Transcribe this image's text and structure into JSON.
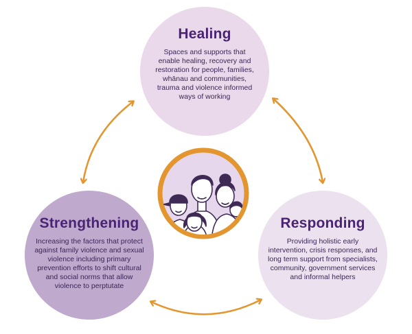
{
  "nodes": {
    "healing": {
      "title": "Healing",
      "body": "Spaces and supports that enable healing, recovery and restoration for people, families, whānau and communities, trauma and violence informed ways of working"
    },
    "strengthening": {
      "title": "Strengthening",
      "body": "Increasing the factors that protect against family violence and sexual violence including primary prevention efforts to shift cultural and social norms that allow violence to perptutate"
    },
    "responding": {
      "title": "Responding",
      "body": "Providing holistic early intervention, crisis responses, and long term support from specialists, community, government services and informal helpers"
    }
  },
  "center_image": {
    "icon": "family-illustration-icon",
    "ring_color": "#e3962f",
    "fill_color": "#e6d7ec"
  },
  "colors": {
    "arrow": "#e3962f",
    "title": "#4a2375",
    "healing_fill": "#e9d9ea",
    "strengthening_fill": "#bfa9cd",
    "responding_fill": "#ece1ee"
  }
}
